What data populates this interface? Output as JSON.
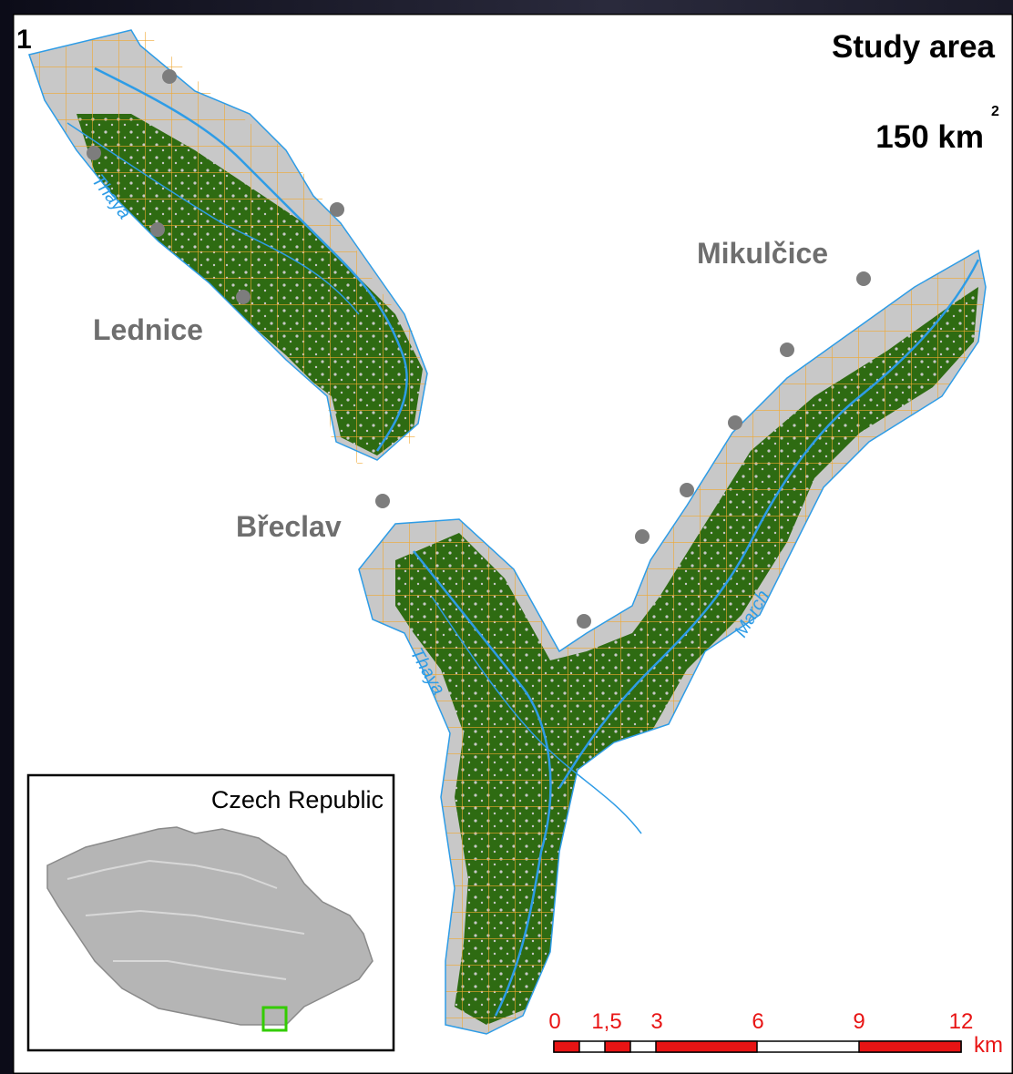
{
  "figure_number": "1",
  "title": "Study area",
  "area": {
    "value": "150 km",
    "superscript": "2"
  },
  "places": [
    "Lednice",
    "Břeclav",
    "Mikulčice"
  ],
  "rivers": [
    "Thaya",
    "Thaya",
    "March"
  ],
  "inset": {
    "label": "Czech Republic"
  },
  "scale_bar": {
    "ticks": [
      "0",
      "1,5",
      "3",
      "6",
      "9",
      "12"
    ],
    "unit": "km"
  },
  "colors": {
    "forest": "#2e6b12",
    "floodplain": "#c8c8c8",
    "river": "#2e9ce6",
    "grid": "#f0a830",
    "marker": "#7d7d7d",
    "place_label": "#6e6e6e",
    "scale": "#e81414",
    "inset_highlight": "#33cc00"
  },
  "icons": [
    "settlement-marker",
    "grid-cell",
    "relief-map"
  ]
}
